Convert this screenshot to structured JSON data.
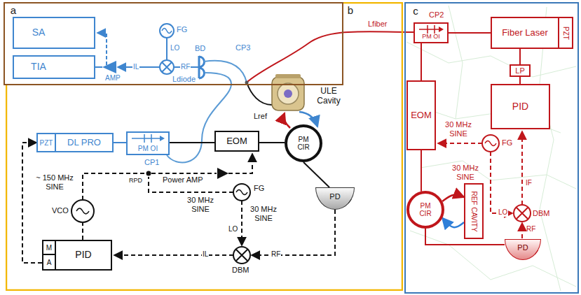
{
  "diagram": {
    "nodes": [
      {
        "text": [
          "a"
        ]
      },
      {
        "text": [
          "SA"
        ],
        "in": 0
      },
      {
        "text": [
          "TIA"
        ],
        "in": 0
      },
      {
        "text": [
          "b"
        ]
      },
      {
        "text": [
          "PZT",
          "DL PRO"
        ],
        "in": 3
      },
      {
        "text": [
          "PM OI"
        ],
        "in": 3
      },
      {
        "text": [
          "EOM"
        ],
        "in": 3
      },
      {
        "text": [
          "PM CIR"
        ],
        "in": 3
      },
      {
        "text": [
          "PD"
        ],
        "in": 3
      },
      {
        "text": [
          "M",
          "A",
          "PID"
        ],
        "in": 3
      },
      {
        "text": [
          "c"
        ]
      },
      {
        "text": [
          "Fiber Laser",
          "PZT"
        ],
        "in": 10
      },
      {
        "text": [
          "PM OI"
        ],
        "in": 10
      },
      {
        "text": [
          "LP"
        ],
        "in": 10
      },
      {
        "text": [
          "PID"
        ],
        "in": 10
      },
      {
        "text": [
          "EOM"
        ],
        "in": 10
      },
      {
        "text": [
          "PM CIR"
        ],
        "in": 10
      },
      {
        "text": [
          "REF CAVITY"
        ],
        "in": 10
      },
      {
        "text": [
          "PD"
        ],
        "in": 10
      }
    ],
    "edges": [
      {
        "from": 4,
        "to": 5,
        "arrow": "none"
      },
      {
        "from": 5,
        "to": 6,
        "arrow": "none"
      },
      {
        "from": 6,
        "to": 7,
        "arrow": "none"
      },
      {
        "from": 7,
        "to": 8,
        "arrow": "none"
      },
      {
        "from": 9,
        "to": 4,
        "arrow": "to"
      },
      {
        "from": 11,
        "to": 12,
        "arrow": "none"
      },
      {
        "from": 12,
        "to": 15,
        "arrow": "none"
      },
      {
        "from": 15,
        "to": 16,
        "arrow": "none"
      },
      {
        "from": 16,
        "to": 18,
        "arrow": "none"
      },
      {
        "from": 13,
        "to": 11,
        "arrow": "none"
      },
      {
        "from": 14,
        "to": 13,
        "arrow": "none"
      },
      {
        "from": 16,
        "to": 17,
        "arrow": "to"
      },
      {
        "from": 17,
        "to": 16,
        "arrow": "to"
      }
    ],
    "labels": [
      "AMP",
      "IL",
      "LO",
      "RF",
      "FG",
      "BD",
      "CP3",
      "Ldiode",
      "Lref",
      "Lfiber",
      "ULE Cavity",
      "CP1",
      "~ 150 MHz SINE",
      "VCO",
      "RPD",
      "Power AMP",
      "FG",
      "30 MHz SINE",
      "30 MHz SINE",
      "LO",
      "RF",
      "IL",
      "DBM",
      "CP2",
      "30 MHz SINE",
      "FG",
      "30 MHz SINE",
      "LO",
      "IF",
      "DBM",
      "RF"
    ]
  }
}
